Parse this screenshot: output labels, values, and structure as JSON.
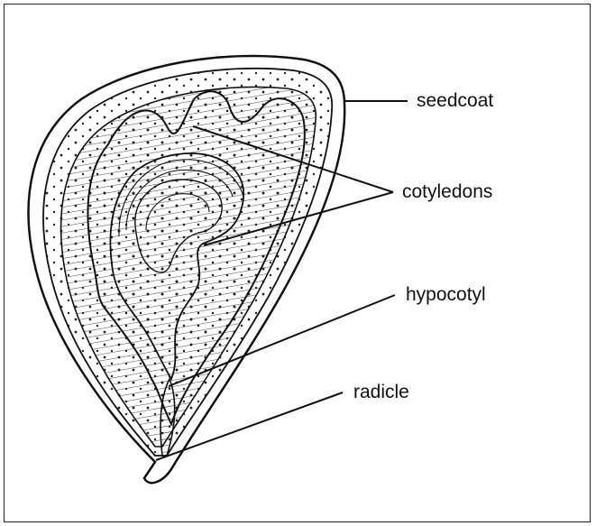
{
  "labels": {
    "seedcoat": "seedcoat",
    "cotyledons": "cotyledons",
    "hypocotyl": "hypocotyl",
    "radicle": "radicle"
  },
  "colors": {
    "ink": "#111111",
    "paper": "#ffffff"
  }
}
